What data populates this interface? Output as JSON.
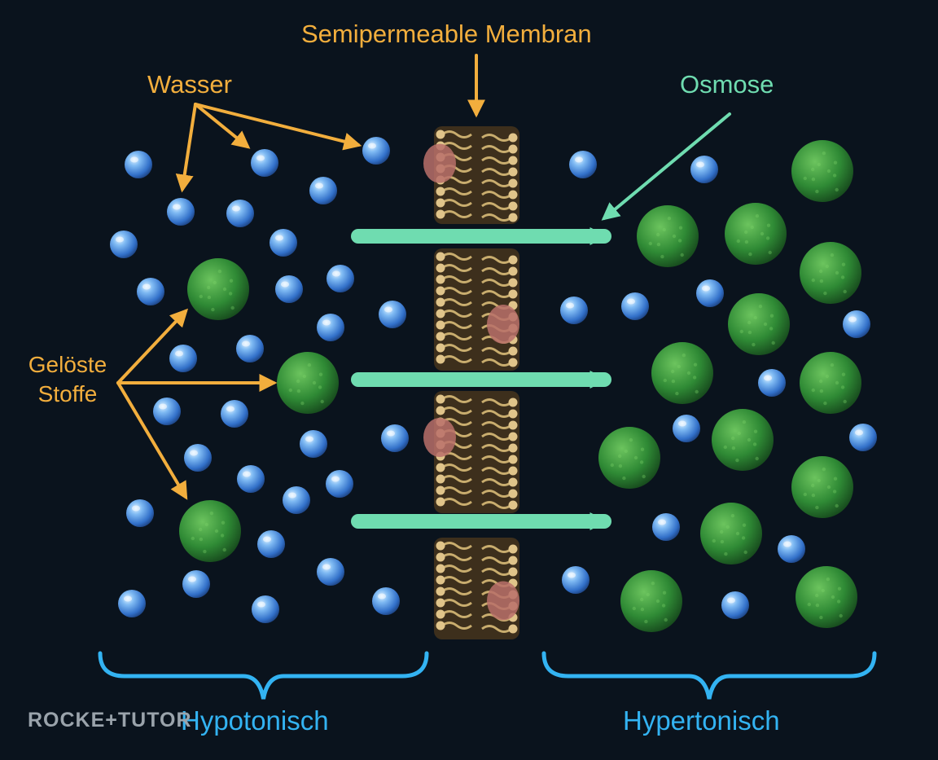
{
  "labels": {
    "membrane": "Semipermeable Membran",
    "water": "Wasser",
    "osmosis": "Osmose",
    "solutes_line1": "Gelöste",
    "solutes_line2": "Stoffe",
    "hypotonic": "Hypotonisch",
    "hypertonic": "Hypertonisch",
    "brand": "ROCKE+TUTOR"
  },
  "colors": {
    "background": "#0a131d",
    "label_orange": "#f2ae3d",
    "bracket_blue": "#33b3f2",
    "flow_arrow": "#6fdcb0",
    "water_molecule": "#4a8fe0",
    "solute_particle": "#2f8a35",
    "membrane_tail": "#c9ad6e",
    "membrane_protein": "#b8706a"
  },
  "icons": {
    "water": "blue-sphere",
    "solute": "green-sphere",
    "membrane": "lipid-bilayer",
    "flow": "arrow-right"
  }
}
